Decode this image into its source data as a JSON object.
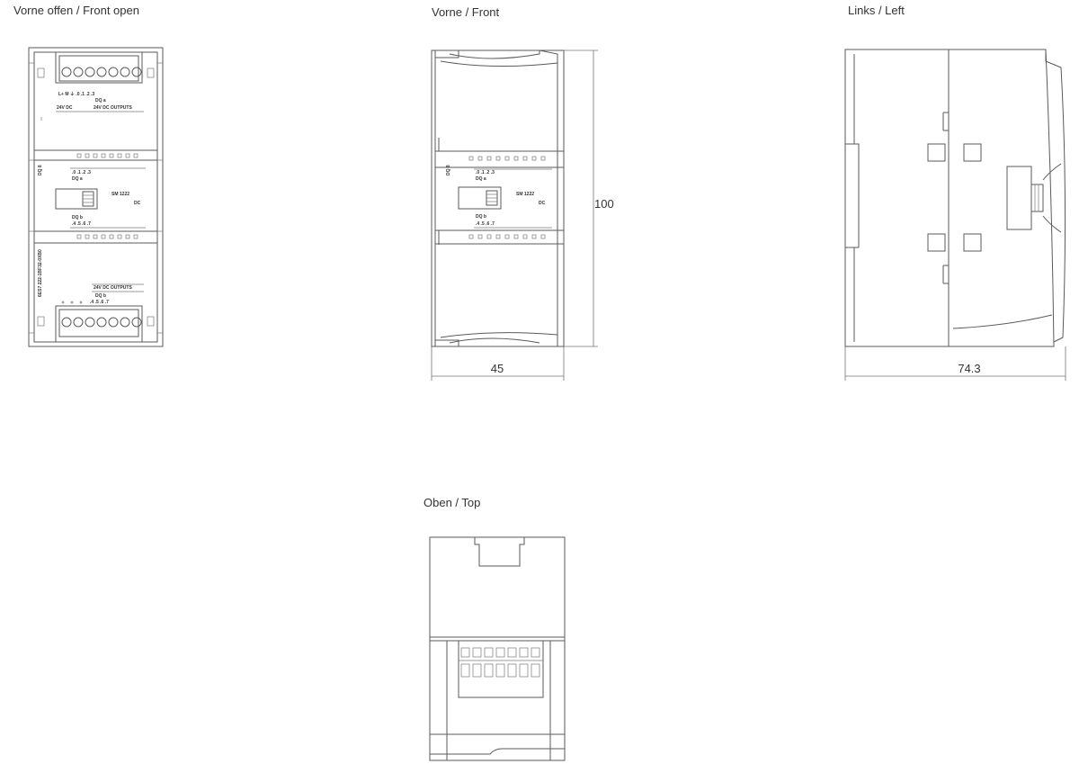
{
  "views": {
    "front_open": {
      "title": "Vorne offen / Front open"
    },
    "front": {
      "title": "Vorne / Front"
    },
    "left": {
      "title": "Links / Left"
    },
    "top": {
      "title": "Oben / Top"
    }
  },
  "dimensions": {
    "front_height": "100",
    "front_width": "45",
    "left_width": "74.3"
  },
  "module_labels": {
    "model": "SM 1222",
    "type": "DC",
    "top_terminal": "24V DC OUTPUTS",
    "bottom_terminal": "24V DC OUTPUTS",
    "channel_group_a": ".0 .1 .2 .3",
    "channel_group_b": ".4 .5 .6 .7",
    "port_a": "DQ a",
    "port_b": "DQ b",
    "order_number": "6ES7 222-1BF32-0XB0",
    "side_text": "DQ 8"
  }
}
